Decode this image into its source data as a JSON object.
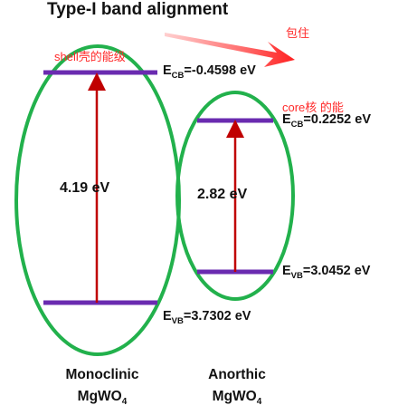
{
  "title": "Type-I band alignment",
  "annotations": {
    "shell": "shell壳的能级",
    "core": "core核 的能",
    "arrow_note": "包住"
  },
  "left_phase": {
    "line1": "Monoclinic",
    "formula_base": "MgWO",
    "formula_sub": "4",
    "gap": "4.19 eV",
    "cb": {
      "prefix": "E",
      "sub": "CB",
      "value": "=-0.4598 eV"
    },
    "vb": {
      "prefix": "E",
      "sub": "VB",
      "value": "=3.7302 eV"
    }
  },
  "right_phase": {
    "line1": "Anorthic",
    "formula_base": "MgWO",
    "formula_sub": "4",
    "gap": "2.82 eV",
    "cb": {
      "prefix": "E",
      "sub": "CB",
      "value": "=0.2252 eV"
    },
    "vb": {
      "prefix": "E",
      "sub": "VB",
      "value": "=3.0452 eV"
    }
  },
  "colors": {
    "ellipse": "#22b14c",
    "level_line": "#6a2bb0",
    "gap_arrow": "#c00000",
    "annotation": "#ff2a2a"
  }
}
